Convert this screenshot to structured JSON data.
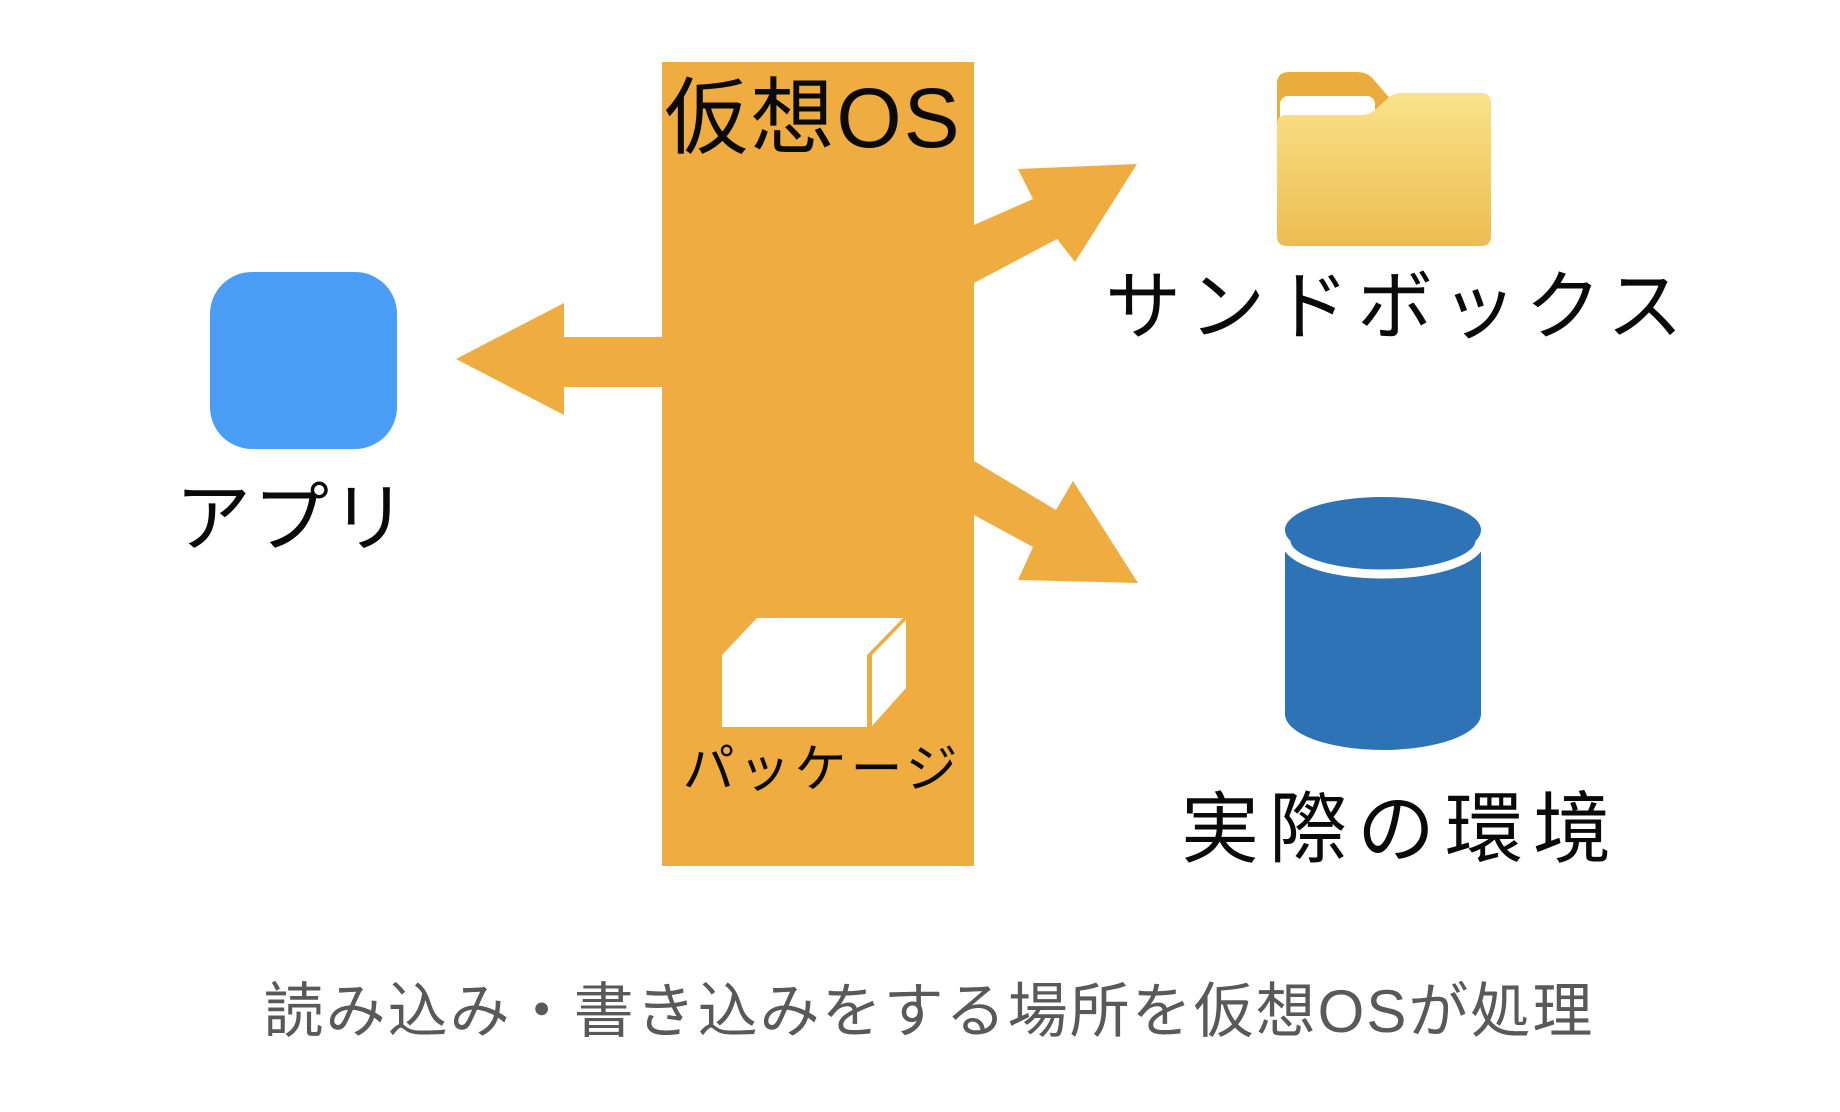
{
  "diagram": {
    "virtual_os": {
      "label": "仮想OS"
    },
    "package": {
      "label": "パッケージ",
      "icon": "package-box-icon"
    },
    "app": {
      "label": "アプリ",
      "icon": "app-square-icon"
    },
    "sandbox": {
      "label": "サンドボックス",
      "icon": "folder-icon"
    },
    "real_env": {
      "label": "実際の環境",
      "icon": "database-cylinder-icon"
    },
    "caption": "読み込み・書き込みをする場所を仮想OSが処理",
    "colors": {
      "orange": "#EFAC40",
      "app_blue": "#4A9DF5",
      "db_blue": "#2E73B5",
      "folder_tab": "#ECAC3D",
      "folder_body_top": "#FAE28A",
      "folder_body_bottom": "#ECBD4F",
      "white": "#FFFFFF",
      "text_black": "#0A0A0A",
      "caption_gray": "#595959"
    }
  }
}
